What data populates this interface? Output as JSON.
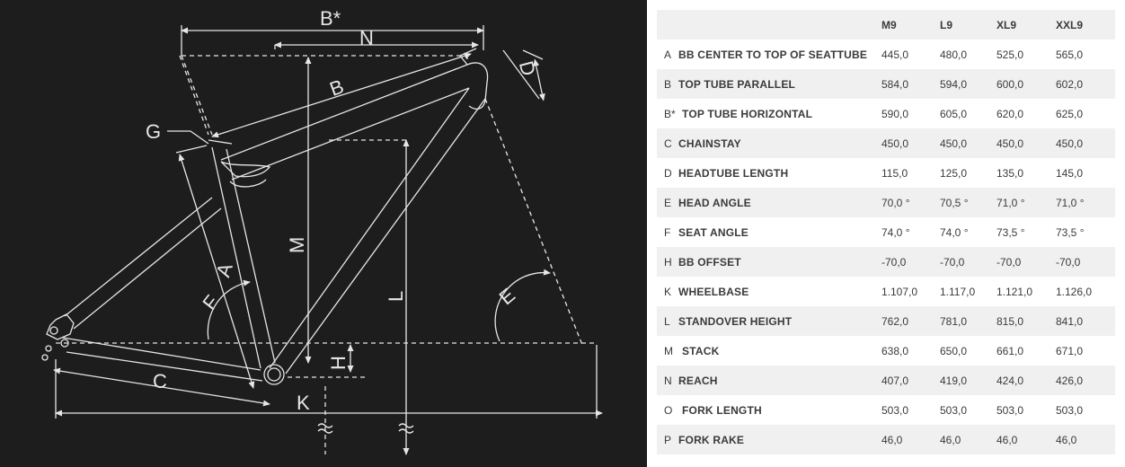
{
  "diagram": {
    "labels": {
      "bstar": "B*",
      "n": "N",
      "b": "B",
      "d": "D",
      "g": "G",
      "m": "M",
      "a": "A",
      "f": "F",
      "l": "L",
      "e": "E",
      "h": "H",
      "c": "C",
      "k": "K"
    }
  },
  "table": {
    "headers": [
      "",
      "",
      "M9",
      "L9",
      "XL9",
      "XXL9"
    ],
    "rows": [
      {
        "code": "A",
        "name": "BB CENTER TO TOP OF SEATTUBE",
        "values": [
          "445,0",
          "480,0",
          "525,0",
          "565,0"
        ]
      },
      {
        "code": "B",
        "name": "TOP TUBE PARALLEL",
        "values": [
          "584,0",
          "594,0",
          "600,0",
          "602,0"
        ]
      },
      {
        "code": "B*",
        "name": "TOP TUBE HORIZONTAL",
        "values": [
          "590,0",
          "605,0",
          "620,0",
          "625,0"
        ]
      },
      {
        "code": "C",
        "name": "CHAINSTAY",
        "values": [
          "450,0",
          "450,0",
          "450,0",
          "450,0"
        ]
      },
      {
        "code": "D",
        "name": "HEADTUBE LENGTH",
        "values": [
          "115,0",
          "125,0",
          "135,0",
          "145,0"
        ]
      },
      {
        "code": "E",
        "name": "HEAD ANGLE",
        "values": [
          "70,0 °",
          "70,5 °",
          "71,0 °",
          "71,0 °"
        ]
      },
      {
        "code": "F",
        "name": "SEAT ANGLE",
        "values": [
          "74,0 °",
          "74,0 °",
          "73,5 °",
          "73,5 °"
        ]
      },
      {
        "code": "H",
        "name": "BB OFFSET",
        "values": [
          "-70,0",
          "-70,0",
          "-70,0",
          "-70,0"
        ]
      },
      {
        "code": "K",
        "name": "WHEELBASE",
        "values": [
          "1.107,0",
          "1.117,0",
          "1.121,0",
          "1.126,0"
        ]
      },
      {
        "code": "L",
        "name": "STANDOVER HEIGHT",
        "values": [
          "762,0",
          "781,0",
          "815,0",
          "841,0"
        ]
      },
      {
        "code": "M",
        "name": "STACK",
        "values": [
          "638,0",
          "650,0",
          "661,0",
          "671,0"
        ]
      },
      {
        "code": "N",
        "name": "REACH",
        "values": [
          "407,0",
          "419,0",
          "424,0",
          "426,0"
        ]
      },
      {
        "code": "O",
        "name": "FORK LENGTH",
        "values": [
          "503,0",
          "503,0",
          "503,0",
          "503,0"
        ]
      },
      {
        "code": "P",
        "name": "FORK RAKE",
        "values": [
          "46,0",
          "46,0",
          "46,0",
          "46,0"
        ]
      }
    ]
  }
}
